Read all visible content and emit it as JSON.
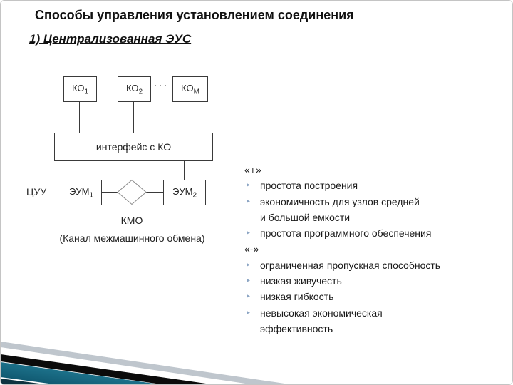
{
  "slide": {
    "title": "Способы управления установлением соединения",
    "subtitle": "1) Централизованная ЭУС"
  },
  "diagram": {
    "ko1": {
      "base": "КО",
      "sub": "1"
    },
    "ko2": {
      "base": "КО",
      "sub": "2"
    },
    "kom": {
      "base": "КО",
      "sub": "М"
    },
    "dots": "···",
    "interface_label": "интерфейс с КО",
    "cuu_label": "ЦУУ",
    "eum1": {
      "base": "ЭУМ",
      "sub": "1"
    },
    "eum2": {
      "base": "ЭУМ",
      "sub": "2"
    },
    "kmo_label": "КМО",
    "kmo_caption": "(Канал межмашинного обмена)"
  },
  "pros_cons": {
    "plus_header": "«+»",
    "plus_items": [
      {
        "lines": [
          "простота построения"
        ]
      },
      {
        "lines": [
          "экономичность для узлов средней",
          "и большой емкости"
        ]
      },
      {
        "lines": [
          "простота программного обеспечения"
        ]
      }
    ],
    "minus_header": "«-»",
    "minus_items": [
      {
        "lines": [
          "ограниченная пропускная способность"
        ]
      },
      {
        "lines": [
          "низкая живучесть"
        ]
      },
      {
        "lines": [
          "низкая гибкость"
        ]
      },
      {
        "lines": [
          "невысокая экономическая",
          "эффективность"
        ]
      }
    ]
  },
  "decoration": {
    "silver_band": "#bfc6cd",
    "black_band": "#0b0b0b",
    "teal_light": "#2e93ae",
    "teal_dark": "#0b4f66",
    "corner_dark": "#0e3340"
  }
}
